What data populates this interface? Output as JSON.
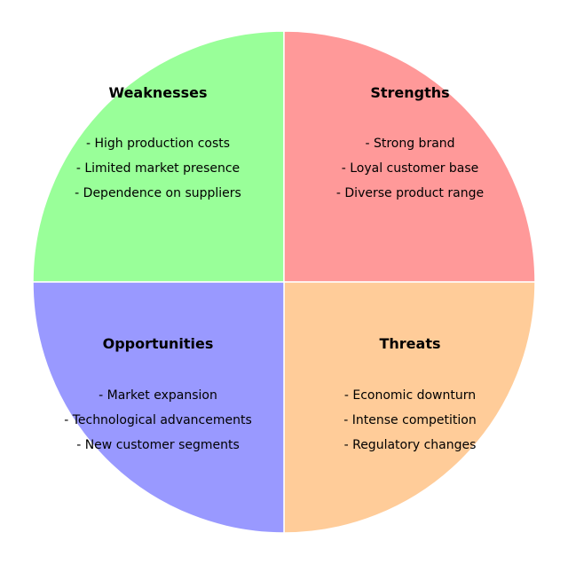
{
  "quadrants": {
    "strengths": {
      "title": "Strengths",
      "items": [
        "- Strong brand",
        "- Loyal customer base",
        "- Diverse product range"
      ],
      "color": "#ff9999"
    },
    "weaknesses": {
      "title": "Weaknesses",
      "items": [
        "- High production costs",
        "- Limited market presence",
        "- Dependence on suppliers"
      ],
      "color": "#99ff99"
    },
    "opportunities": {
      "title": "Opportunities",
      "items": [
        "- Market expansion",
        "- Technological advancements",
        "- New customer segments"
      ],
      "color": "#9999ff"
    },
    "threats": {
      "title": "Threats",
      "items": [
        "- Economic downturn",
        "- Intense competition",
        "- Regulatory changes"
      ],
      "color": "#ffcc99"
    }
  }
}
